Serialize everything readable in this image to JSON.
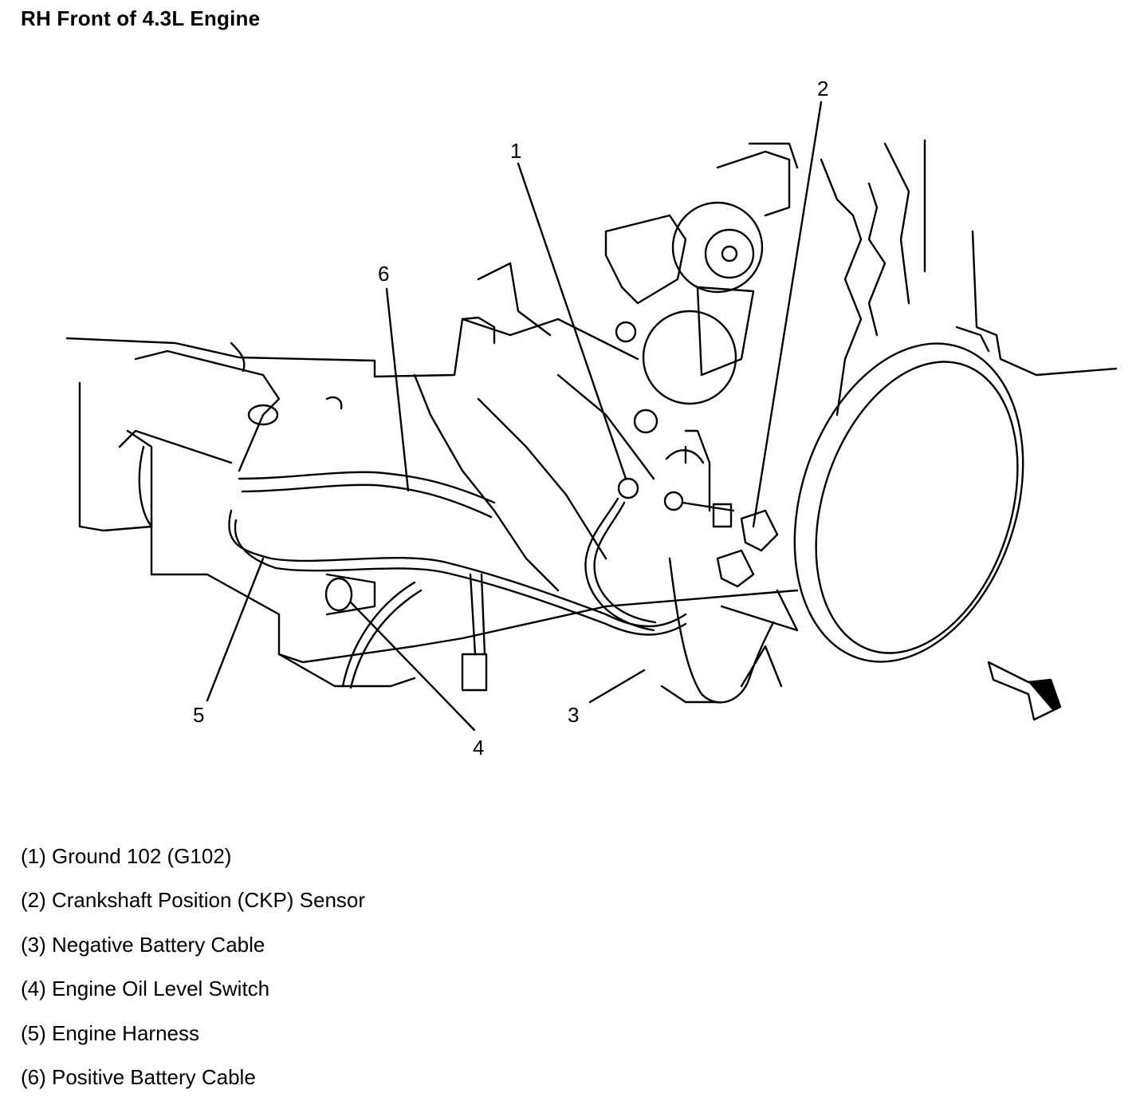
{
  "title": "RH Front of 4.3L Engine",
  "callouts": [
    "1",
    "2",
    "3",
    "4",
    "5",
    "6"
  ],
  "legend": [
    "(1) Ground 102 (G102)",
    "(2) Crankshaft Position (CKP) Sensor",
    "(3) Negative Battery Cable",
    "(4) Engine Oil Level Switch",
    "(5) Engine Harness",
    "(6) Positive Battery Cable"
  ],
  "direction_arrow_icon": "front-direction-arrow-icon"
}
